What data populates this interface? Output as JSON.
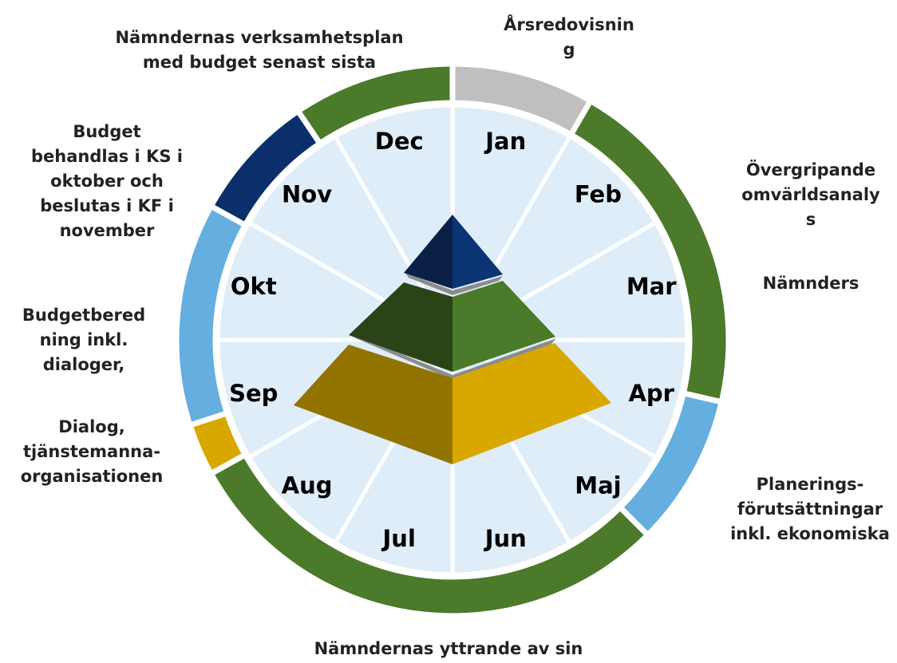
{
  "colors": {
    "ring_green": "#4a7a2a",
    "ring_gray": "#bfbfbf",
    "ring_navy": "#0b2f6b",
    "ring_lightblue": "#64aee0",
    "ring_gold": "#d9a800",
    "inner_fill": "#deedf8",
    "pyramid_top_left": "#0a2045",
    "pyramid_top_right": "#0b3475",
    "pyramid_mid_left": "#2a4418",
    "pyramid_mid_right": "#4a7a2a",
    "pyramid_base_left": "#937300",
    "pyramid_base_right": "#d9a800",
    "pyramid_gap": "#8c8c8c"
  },
  "months": [
    "Jan",
    "Feb",
    "Mar",
    "Apr",
    "Maj",
    "Jun",
    "Jul",
    "Aug",
    "Sep",
    "Okt",
    "Nov",
    "Dec"
  ],
  "ring_segments": [
    {
      "name": "arsredovisning",
      "color": "gray"
    },
    {
      "name": "omvarldsanalys",
      "color": "green"
    },
    {
      "name": "planeringsforutsattningar",
      "color": "lightblue"
    },
    {
      "name": "yttrande",
      "color": "green"
    },
    {
      "name": "dialog",
      "color": "gold"
    },
    {
      "name": "budgetberedning",
      "color": "lightblue"
    },
    {
      "name": "budget-ks-kf",
      "color": "navy"
    },
    {
      "name": "verksamhetsplan",
      "color": "green"
    }
  ],
  "labels": {
    "arsredovisning": "Årsredovisnin\ng",
    "verksamhetsplan": "Nämndernas verksamhetsplan\nmed budget senast sista",
    "budget_ks_kf": "Budget\nbehandlas i KS i\noktober och\nbeslutas i KF i\nnovember",
    "omvarldsanalys": "Övergripande\nomvärldsanaly\ns",
    "namnders": "Nämnders",
    "budgetberedning": "Budgetbered\nning inkl.\ndialoger,",
    "dialog": "Dialog,\ntjänstemanna-\norganisationen",
    "planeringsforutsattningar": "Planerings-\nförutsättningar\ninkl. ekonomiska",
    "yttrande": "Nämndernas yttrande av sin"
  }
}
